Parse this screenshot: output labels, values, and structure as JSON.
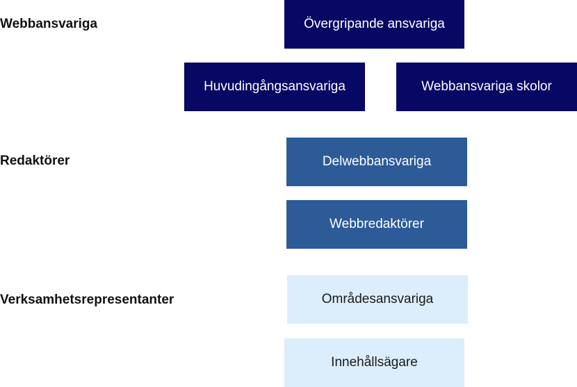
{
  "row_labels": {
    "webbansvariga": "Webbansvariga",
    "redaktorer": "Redaktörer",
    "verksamhetsrepresentanter": "Verksamhetsrepresentanter"
  },
  "boxes": {
    "overgripande": "Övergripande ansvariga",
    "huvudingang": "Huvudingångsansvariga",
    "skolor": "Webbansvariga skolor",
    "delwebb": "Delwebbansvariga",
    "webbredaktorer": "Webbredaktörer",
    "omrade": "Områdesansvariga",
    "innehall": "Innehållsägare"
  },
  "colors": {
    "dark": "#070764",
    "mid": "#2d5b98",
    "light": "#dcedfb"
  }
}
